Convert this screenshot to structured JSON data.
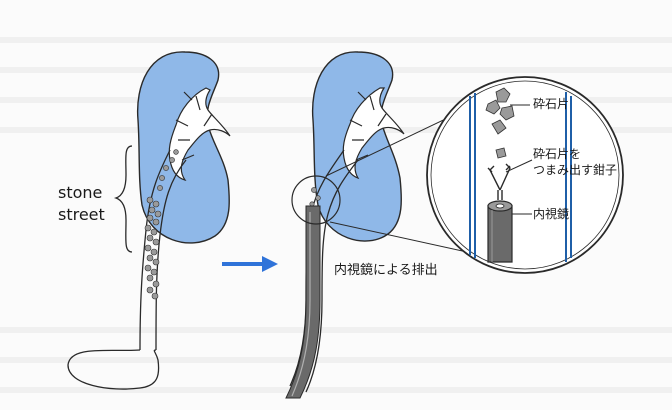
{
  "labels": {
    "stone_street_line1": "stone",
    "stone_street_line2": "street",
    "fragments": "砕石片",
    "forceps_line1": "砕石片を",
    "forceps_line2": "つまみ出す鉗子",
    "endoscope": "内視鏡",
    "endoscopic_removal": "内視鏡による排出"
  },
  "colors": {
    "kidney_fill": "#8fb8e8",
    "outline": "#2a2a2a",
    "arrow": "#2f73d9",
    "scope_fill": "#6a6a6a",
    "fragment_fill": "#9a9a9a",
    "wall_line": "#1f5fa8"
  },
  "icons": {
    "arrow": "right-arrow-icon"
  }
}
